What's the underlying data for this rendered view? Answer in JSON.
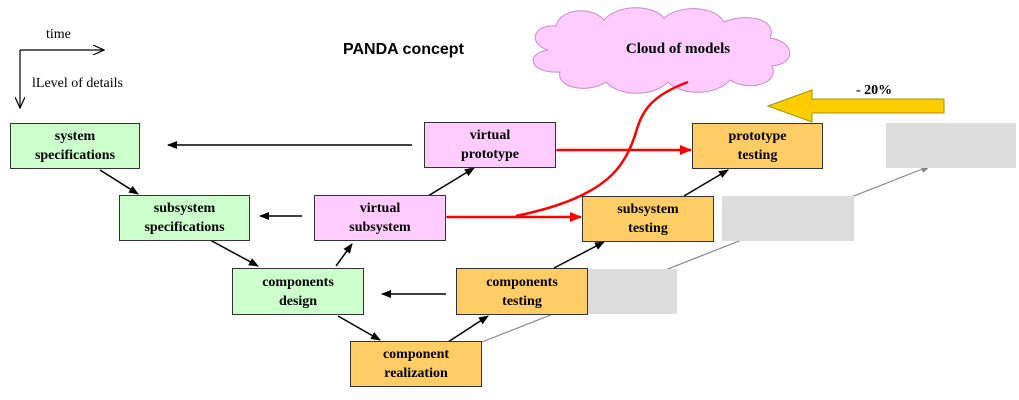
{
  "title": "PANDA concept",
  "axes": {
    "time_label": "time",
    "detail_label": "lLevel of details"
  },
  "cloud": {
    "label": "Cloud of models",
    "color": "#ffccff"
  },
  "reduction_label": "- 20%",
  "colors": {
    "specification": "#ccffcc",
    "virtual": "#ffccff",
    "testing": "#ffcc66",
    "ghost": "#dcdcdc",
    "arrow": "#000000",
    "link": "#ff0000",
    "reduction_arrow": "#ffcc00",
    "shifted": "#888888"
  },
  "nodes": {
    "system_specifications": "system\nspecifications",
    "subsystem_specifications": "subsystem\nspecifications",
    "components_design": "components\ndesign",
    "component_realization": "component\nrealization",
    "components_testing": "components\ntesting",
    "subsystem_testing": "subsystem\ntesting",
    "prototype_testing": "prototype\ntesting",
    "virtual_subsystem": "virtual\nsubsystem",
    "virtual_prototype": "virtual\nprototype"
  }
}
